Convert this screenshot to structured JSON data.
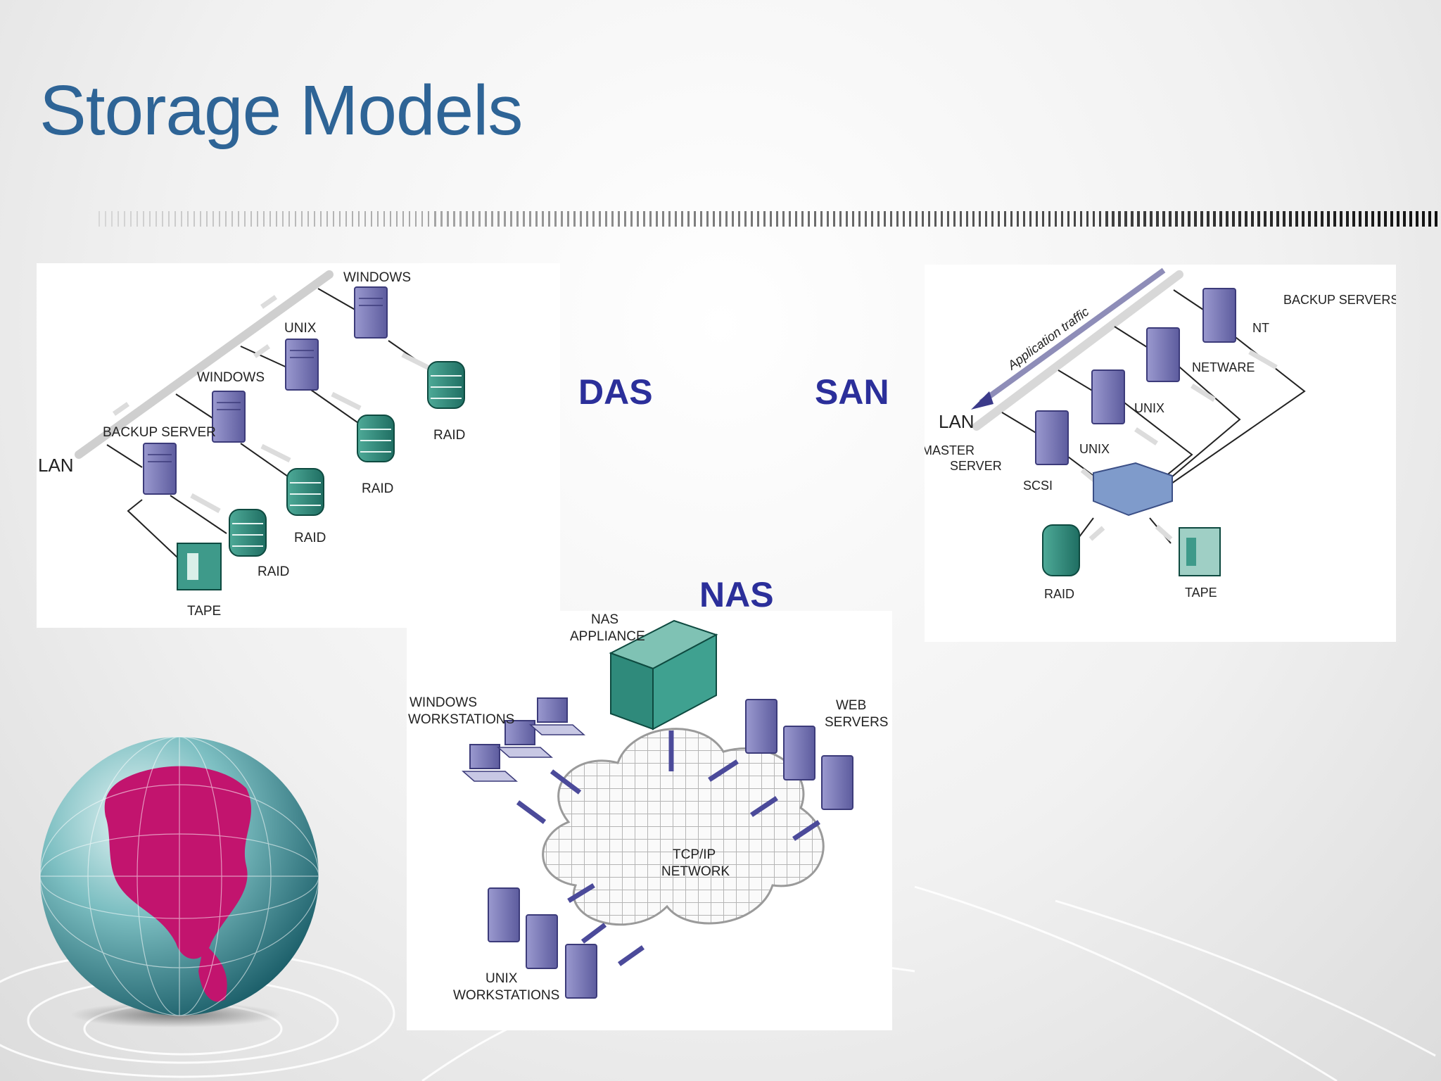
{
  "slide": {
    "title": "Storage Models"
  },
  "das": {
    "label": "DAS",
    "lan": "LAN",
    "nodes": [
      "WINDOWS",
      "UNIX",
      "WINDOWS",
      "BACKUP SERVER"
    ],
    "storage": [
      "RAID",
      "RAID",
      "RAID",
      "RAID"
    ],
    "tape": "TAPE"
  },
  "san": {
    "label": "SAN",
    "lan": "LAN",
    "traffic": "Application traffic",
    "backup_servers": "BACKUP SERVERS",
    "nodes": [
      "NT",
      "NETWARE",
      "UNIX",
      "UNIX"
    ],
    "master_server": [
      "MASTER",
      "SERVER"
    ],
    "scsi": "SCSI",
    "raid": "RAID",
    "tape": "TAPE"
  },
  "nas": {
    "label": "NAS",
    "appliance": [
      "NAS",
      "APPLIANCE"
    ],
    "windows_ws": [
      "WINDOWS",
      "WORKSTATIONS"
    ],
    "web_servers": [
      "WEB",
      "SERVERS"
    ],
    "network": [
      "TCP/IP",
      "NETWORK"
    ],
    "unix_ws": [
      "UNIX",
      "WORKSTATIONS"
    ]
  }
}
